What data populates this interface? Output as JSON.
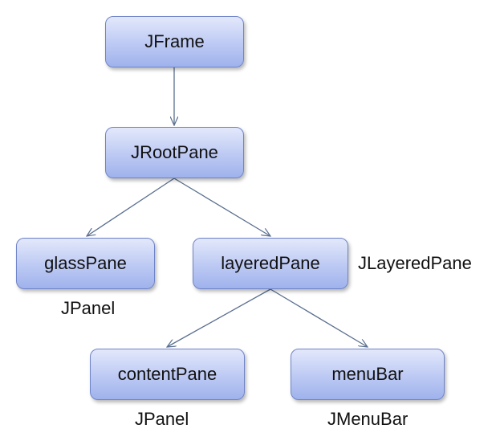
{
  "nodes": {
    "jframe": "JFrame",
    "jrootpane": "JRootPane",
    "glasspane": "glassPane",
    "layeredpane": "layeredPane",
    "contentpane": "contentPane",
    "menubar": "menuBar"
  },
  "captions": {
    "layeredpane": "JLayeredPane",
    "glasspane": "JPanel",
    "contentpane": "JPanel",
    "menubar": "JMenuBar"
  },
  "colors": {
    "node_border": "#6f84c8",
    "edge": "#5a6f8f"
  }
}
